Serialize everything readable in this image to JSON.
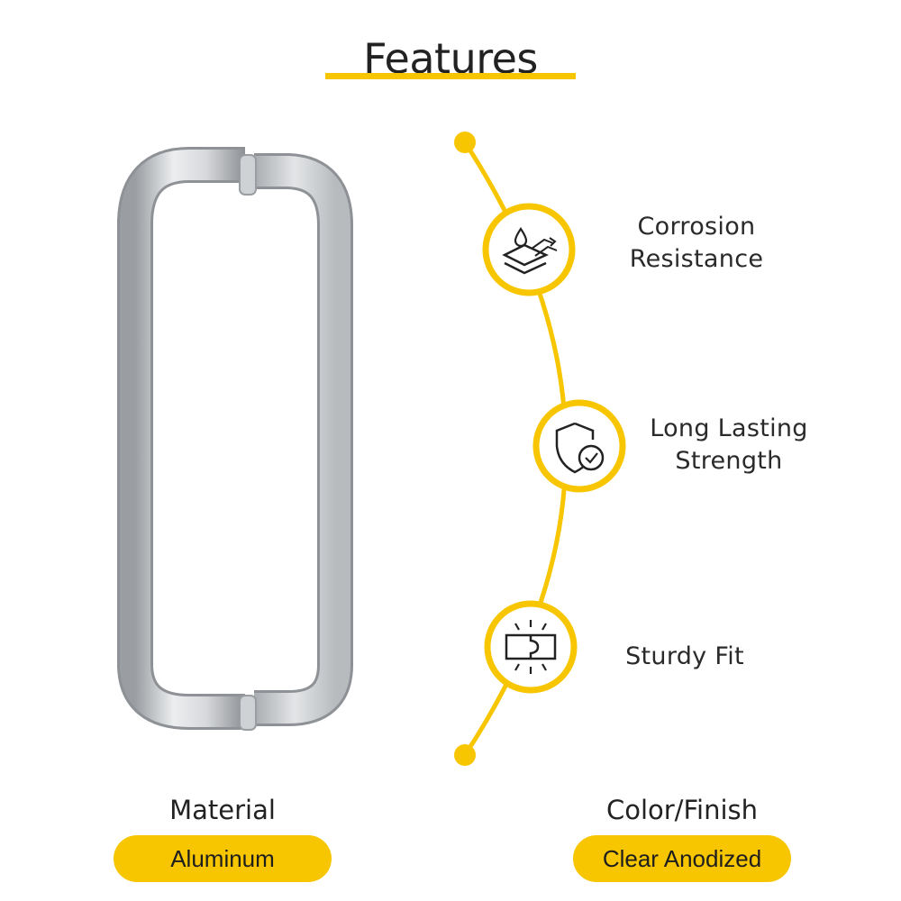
{
  "title": "Features",
  "colors": {
    "accent": "#f7c600",
    "text": "#2a2a2a"
  },
  "features": [
    {
      "icon": "water-resistant-layers-icon",
      "line1": "Corrosion",
      "line2": "Resistance"
    },
    {
      "icon": "shield-clock-icon",
      "line1": "Long Lasting",
      "line2": "Strength"
    },
    {
      "icon": "puzzle-fit-icon",
      "line1": "Sturdy Fit",
      "line2": ""
    }
  ],
  "specs": {
    "material": {
      "label": "Material",
      "value": "Aluminum"
    },
    "finish": {
      "label": "Color/Finish",
      "value": "Clear Anodized"
    }
  }
}
